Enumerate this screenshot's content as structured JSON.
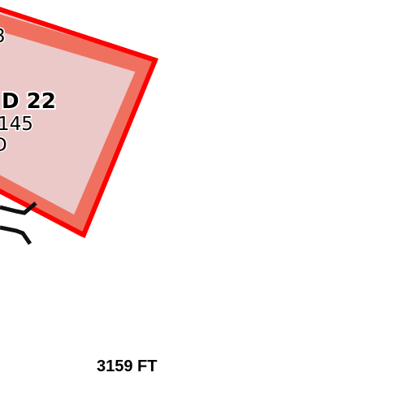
{
  "colors": {
    "area_fill": "#ebc9c9",
    "area_inner_band": "#f07060",
    "area_outline": "#ff0000",
    "road": "#111111",
    "background": "#ffffff"
  },
  "restricted_area": {
    "name_fragment": "D 22",
    "altitude_fragment": "145",
    "floor_fragment": "D",
    "top_fragment": "3"
  },
  "elevation_label": "3159 FT"
}
